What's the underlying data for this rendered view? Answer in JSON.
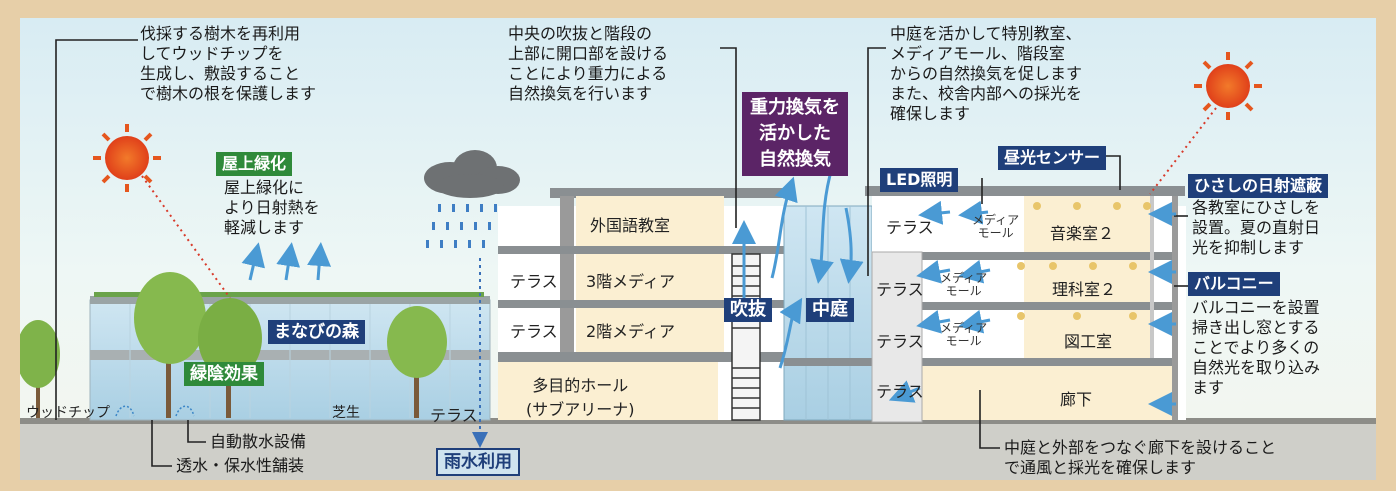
{
  "annotations": {
    "wood_chip_note": [
      "伐採する樹木を再利用",
      "してウッドチップを",
      "生成し、敷設すること",
      "で樹木の根を保護します"
    ],
    "atrium_note": [
      "中央の吹抜と階段の",
      "上部に開口部を設ける",
      "ことにより重力による",
      "自然換気を行います"
    ],
    "courtyard_note": [
      "中庭を活かして特別教室、",
      "メディアモール、階段室",
      "からの自然換気を促します",
      "また、校舎内部への採光を",
      "確保します"
    ],
    "roof_green_note": [
      "屋上緑化に",
      "より日射熱を",
      "軽減します"
    ],
    "eaves_note": [
      "各教室にひさしを",
      "設置。夏の直射日",
      "光を抑制します"
    ],
    "balcony_note": [
      "バルコニーを設置",
      "掃き出し窓とする",
      "ことでより多くの",
      "自然光を取り込み",
      "ます"
    ],
    "corridor_note": [
      "中庭と外部をつなぐ廊下を設けること",
      "で通風と採光を確保します"
    ]
  },
  "badges": {
    "roof_green": "屋上緑化",
    "gravity_ventilation": [
      "重力換気を",
      "活かした",
      "自然換気"
    ],
    "daylight_sensor": "昼光センサー",
    "led_lighting": "LED照明",
    "eaves_shading": "ひさしの日射遮蔽",
    "balcony": "バルコニー",
    "atrium": "吹抜",
    "courtyard": "中庭",
    "forest": "まなびの森",
    "shade_effect": "緑陰効果",
    "rainwater": "雨水利用"
  },
  "rooms": {
    "foreign_language": "外国語教室",
    "terrace": "テラス",
    "media_3f": "3階メディア",
    "media_2f": "2階メディア",
    "multipurpose_hall": [
      "多目的ホール",
      "(サブアリーナ)"
    ],
    "music_room": "音楽室２",
    "science_room": "理科室２",
    "art_room": "図工室",
    "corridor": "廊下",
    "media_mall": [
      "メディア",
      "モール"
    ]
  },
  "ground": {
    "wood_chip": "ウッドチップ",
    "lawn": "芝生",
    "auto_sprinkler": "自動散水設備",
    "permeable_paving": "透水・保水性舗装"
  },
  "colors": {
    "green": "#2f8a3a",
    "navy": "#1f3f7a",
    "purple": "#5b2466",
    "sky": "#d8ecf3",
    "arrow_blue": "#4a9ad4",
    "sun": "#e5561e"
  }
}
